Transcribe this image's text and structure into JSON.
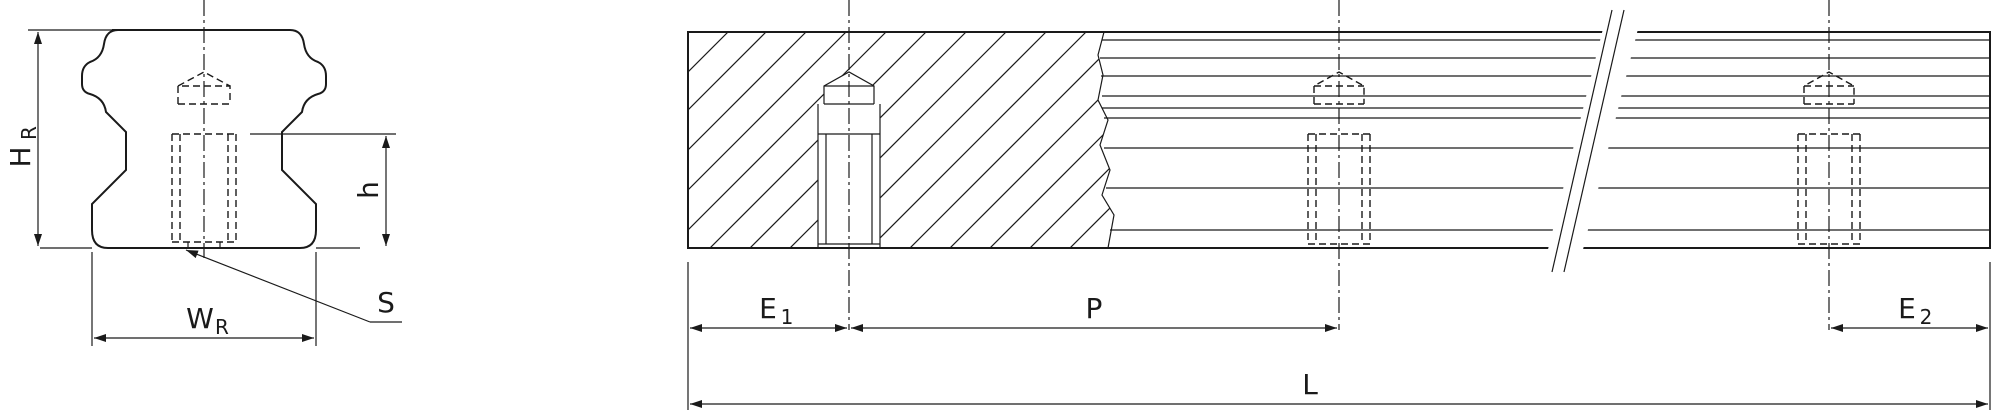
{
  "labels": {
    "hr": "H",
    "hr_sub": "R",
    "h": "h",
    "s": "S",
    "wr": "W",
    "wr_sub": "R",
    "e1": "E",
    "e1_sub": "1",
    "p": "P",
    "e2": "E",
    "e2_sub": "2",
    "l": "L"
  }
}
